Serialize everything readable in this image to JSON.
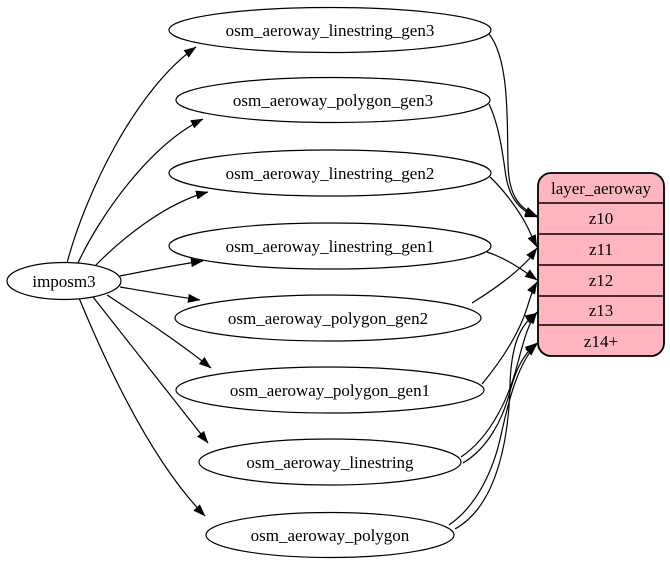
{
  "diagram": {
    "type": "graphviz-etl-diagram",
    "source": {
      "label": "imposm3"
    },
    "tables": [
      {
        "label": "osm_aeroway_linestring_gen3"
      },
      {
        "label": "osm_aeroway_polygon_gen3"
      },
      {
        "label": "osm_aeroway_linestring_gen2"
      },
      {
        "label": "osm_aeroway_linestring_gen1"
      },
      {
        "label": "osm_aeroway_polygon_gen2"
      },
      {
        "label": "osm_aeroway_polygon_gen1"
      },
      {
        "label": "osm_aeroway_linestring"
      },
      {
        "label": "osm_aeroway_polygon"
      }
    ],
    "layer": {
      "title": "layer_aeroway",
      "zoom_rows": [
        "z10",
        "z11",
        "z12",
        "z13",
        "z14+"
      ]
    },
    "edges": [
      {
        "from": "imposm3",
        "to": "osm_aeroway_linestring_gen3"
      },
      {
        "from": "imposm3",
        "to": "osm_aeroway_polygon_gen3"
      },
      {
        "from": "imposm3",
        "to": "osm_aeroway_linestring_gen2"
      },
      {
        "from": "imposm3",
        "to": "osm_aeroway_linestring_gen1"
      },
      {
        "from": "imposm3",
        "to": "osm_aeroway_polygon_gen2"
      },
      {
        "from": "imposm3",
        "to": "osm_aeroway_polygon_gen1"
      },
      {
        "from": "imposm3",
        "to": "osm_aeroway_linestring"
      },
      {
        "from": "imposm3",
        "to": "osm_aeroway_polygon"
      },
      {
        "from": "osm_aeroway_linestring_gen3",
        "to": "layer_aeroway.z10"
      },
      {
        "from": "osm_aeroway_polygon_gen3",
        "to": "layer_aeroway.z10"
      },
      {
        "from": "osm_aeroway_linestring_gen2",
        "to": "layer_aeroway.z11"
      },
      {
        "from": "osm_aeroway_polygon_gen2",
        "to": "layer_aeroway.z11"
      },
      {
        "from": "osm_aeroway_linestring_gen1",
        "to": "layer_aeroway.z12"
      },
      {
        "from": "osm_aeroway_polygon_gen1",
        "to": "layer_aeroway.z12"
      },
      {
        "from": "osm_aeroway_linestring",
        "to": "layer_aeroway.z13"
      },
      {
        "from": "osm_aeroway_linestring",
        "to": "layer_aeroway.z14+"
      },
      {
        "from": "osm_aeroway_polygon",
        "to": "layer_aeroway.z13"
      },
      {
        "from": "osm_aeroway_polygon",
        "to": "layer_aeroway.z14+"
      }
    ],
    "colors": {
      "layer_fill": "#ffb6c1",
      "node_fill": "#ffffff",
      "stroke": "#000000",
      "background": "#ffffff"
    }
  }
}
